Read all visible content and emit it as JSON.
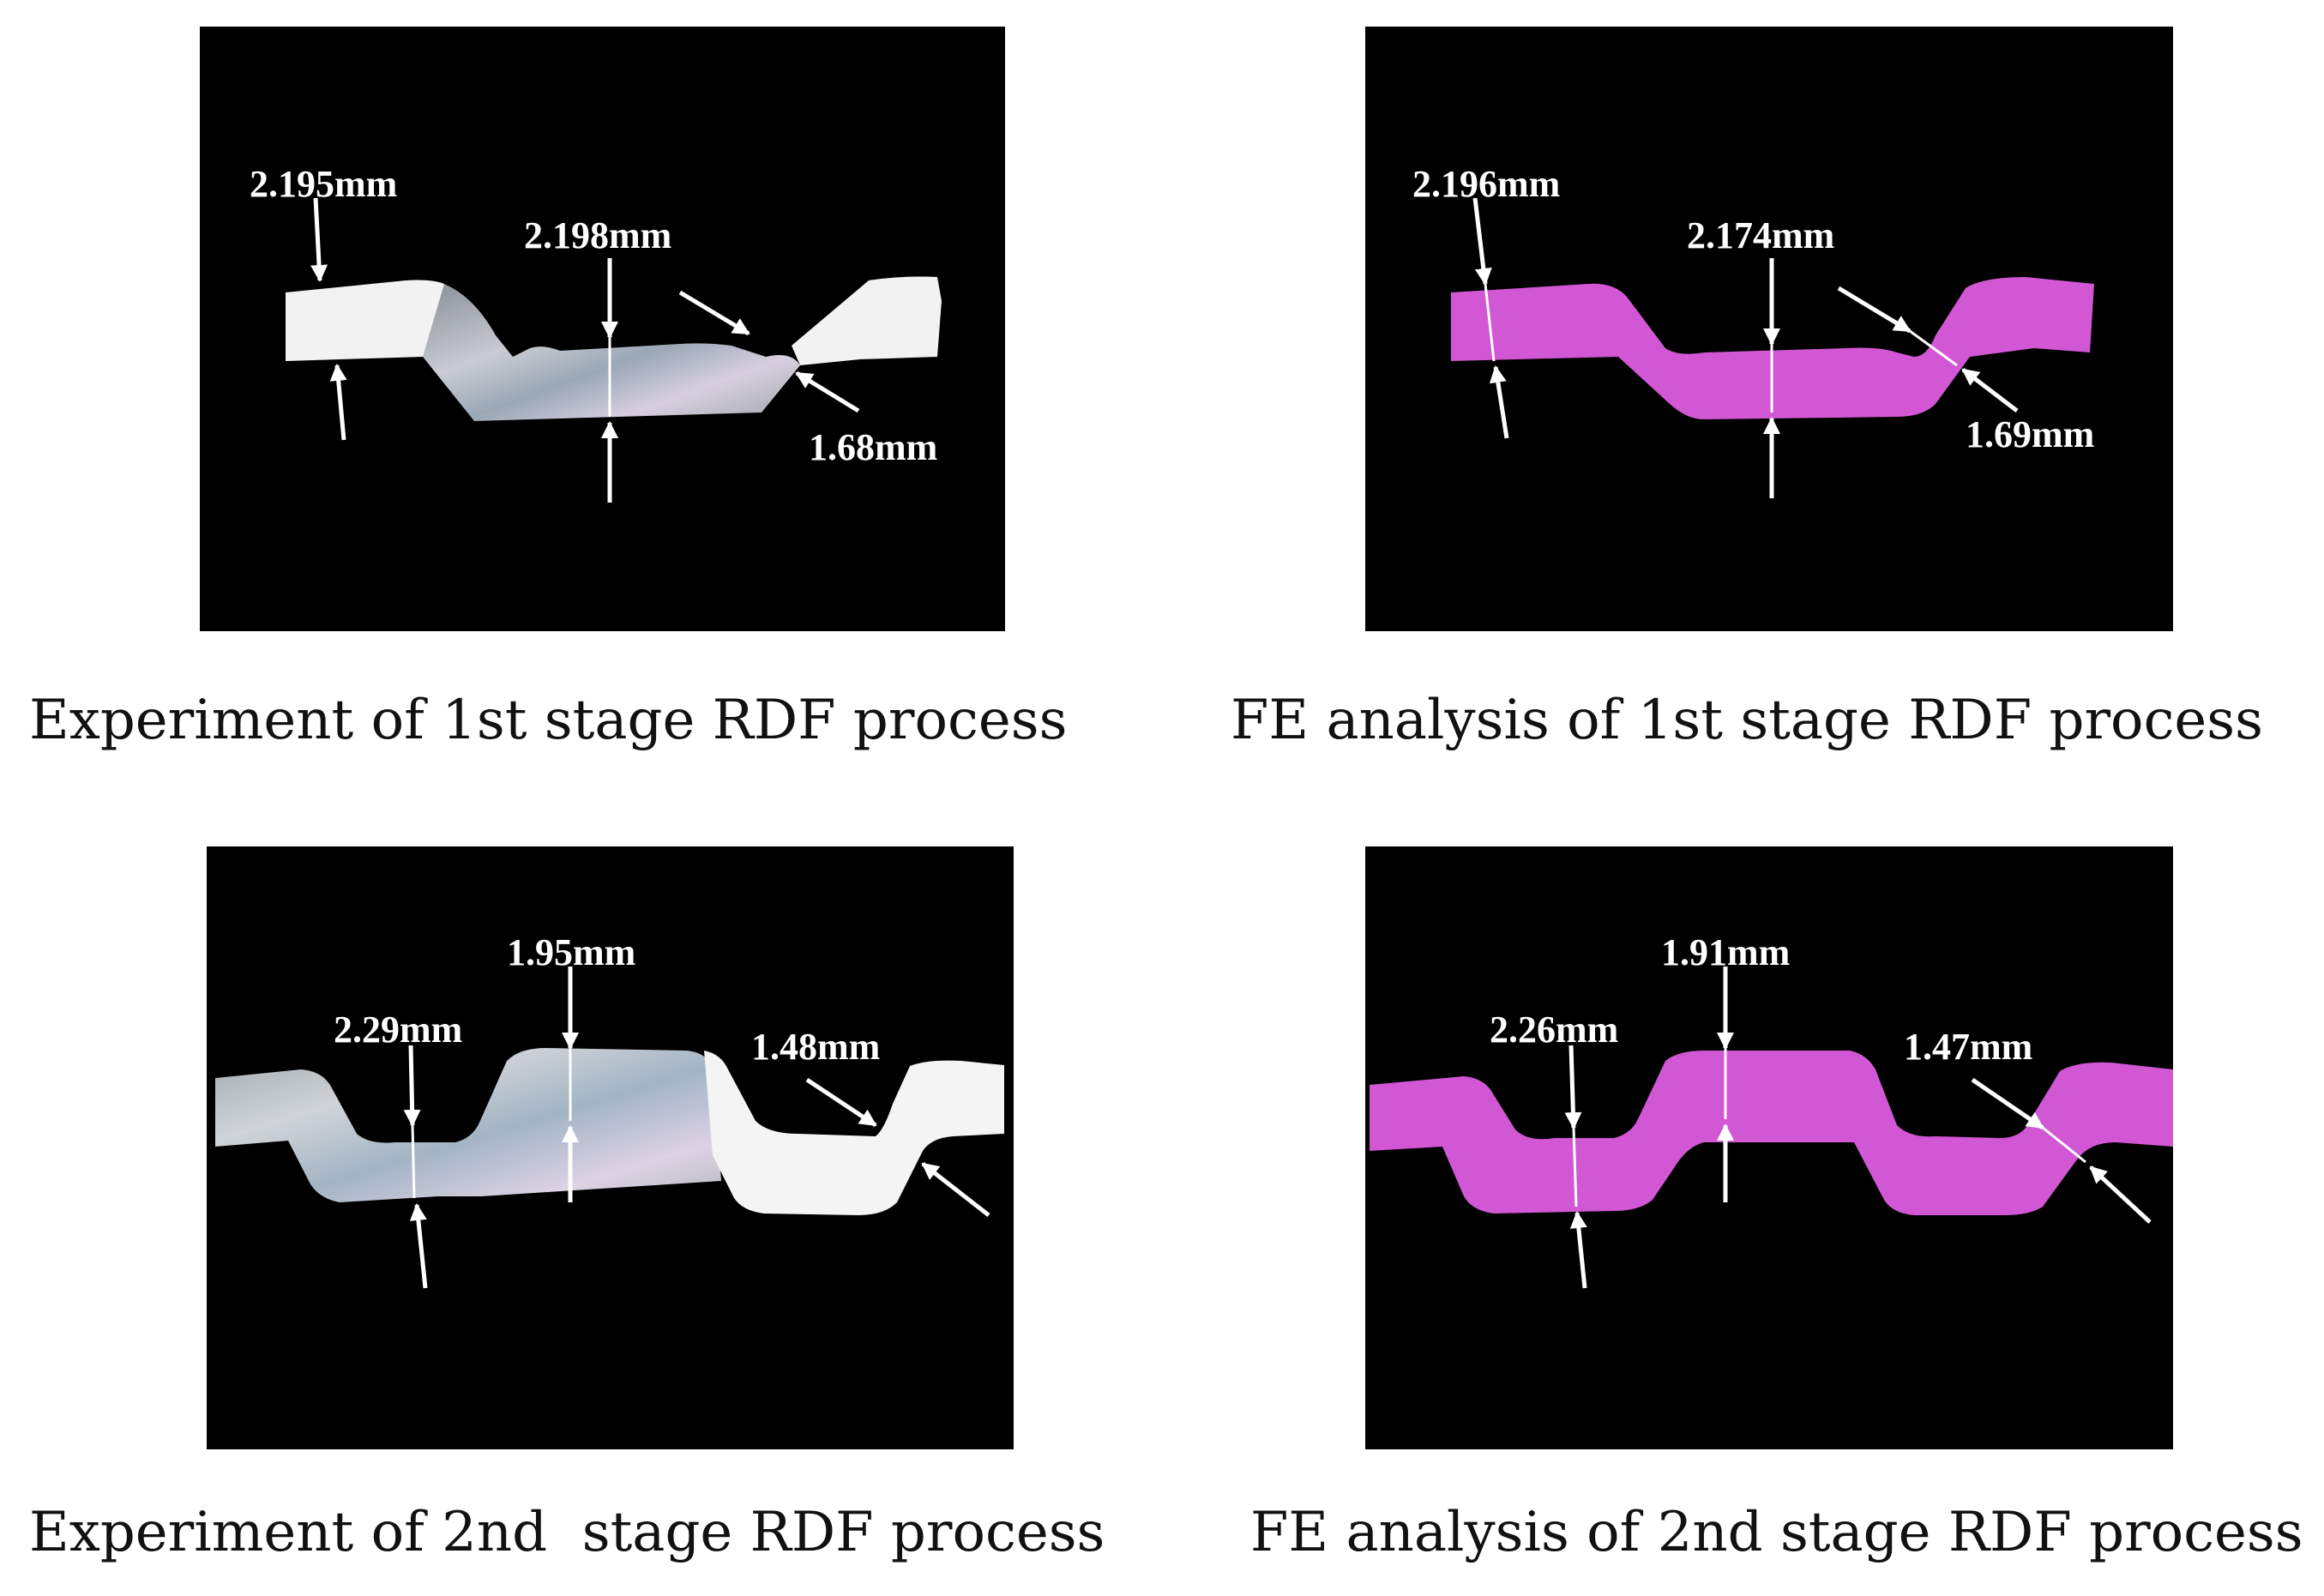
{
  "panels": [
    {
      "id": "exp-stage1",
      "caption": "Experiment of 1st stage RDF process",
      "measurements": [
        "2.195mm",
        "2.198mm",
        "1.68mm"
      ],
      "material_color": "#f2f2f2"
    },
    {
      "id": "fe-stage1",
      "caption": "FE analysis of 1st stage RDF process",
      "measurements": [
        "2.196mm",
        "2.174mm",
        "1.69mm"
      ],
      "material_color": "#d257d4"
    },
    {
      "id": "exp-stage2",
      "caption": "Experiment of 2nd  stage RDF process",
      "measurements": [
        "2.29mm",
        "1.95mm",
        "1.48mm"
      ],
      "material_color": "#f2f2f2"
    },
    {
      "id": "fe-stage2",
      "caption": "FE analysis of 2nd stage RDF process",
      "measurements": [
        "2.26mm",
        "1.91mm",
        "1.47mm"
      ],
      "material_color": "#d257d4"
    }
  ],
  "colors": {
    "background": "#ffffff",
    "panel_background": "#000000",
    "annotation": "#ffffff"
  }
}
